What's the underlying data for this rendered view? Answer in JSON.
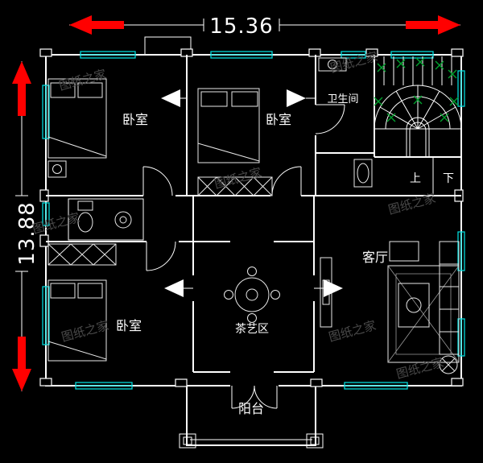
{
  "dimensions": {
    "width_label": "15.36",
    "height_label": "13.88"
  },
  "rooms": {
    "bedroom_top_left": "卧室",
    "bedroom_top_middle": "卧室",
    "bedroom_bottom": "卧室",
    "bathroom": "卫生间",
    "living_room": "客厅",
    "tea_area": "茶艺区",
    "balcony": "阳台"
  },
  "stairs": {
    "up": "上",
    "down": "下"
  },
  "watermark": {
    "text": "图纸之家"
  },
  "colors": {
    "background": "#000000",
    "walls": "#ffffff",
    "windows": "#00d8d8",
    "dimension_arrows": "#ff0000",
    "stair_marks": "#00a32e",
    "watermark": "#4a4a4a"
  }
}
